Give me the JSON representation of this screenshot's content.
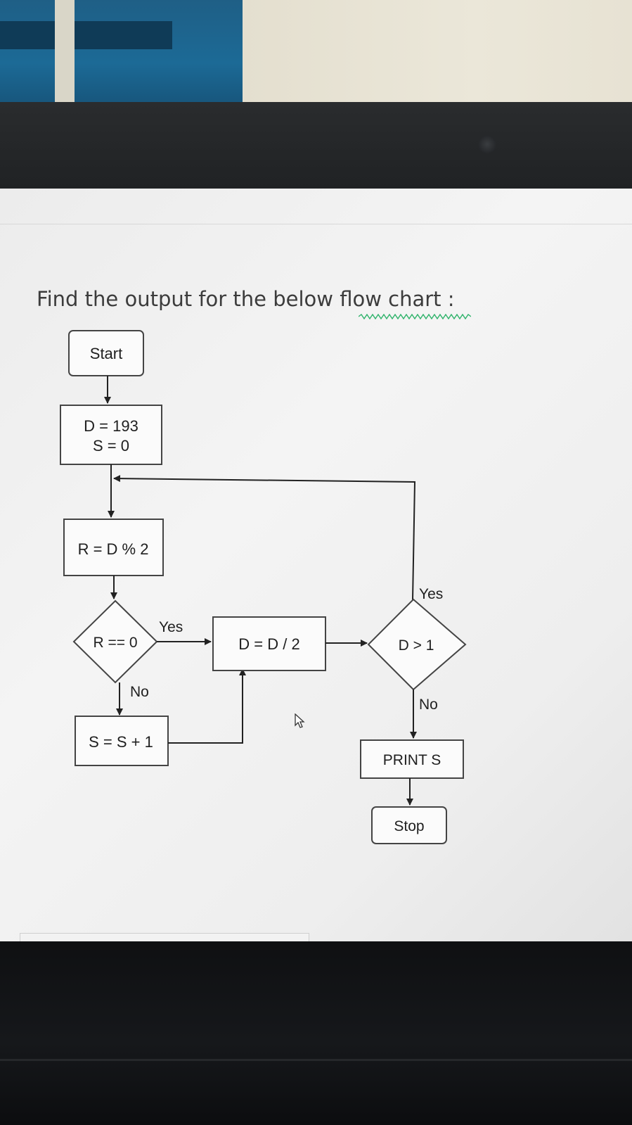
{
  "question": {
    "text": "Find the output for the below flow chart :"
  },
  "flowchart": {
    "start": "Start",
    "init_line1": "D = 193",
    "init_line2": "S = 0",
    "remainder": "R = D % 2",
    "check_remainder": "R == 0",
    "yes_label_1": "Yes",
    "no_label_1": "No",
    "increment": "S = S + 1",
    "divide": "D = D / 2",
    "check_d": "D > 1",
    "yes_label_2": "Yes",
    "no_label_2": "No",
    "print": "PRINT S",
    "stop": "Stop"
  }
}
